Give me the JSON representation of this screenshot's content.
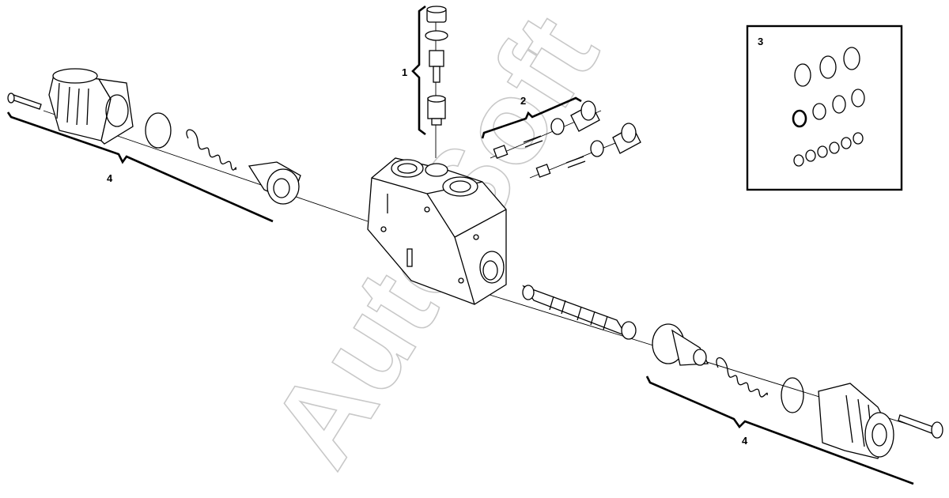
{
  "diagram": {
    "callouts": {
      "c1": "1",
      "c2": "2",
      "c3": "3",
      "c4_left": "4",
      "c4_right": "4"
    },
    "watermark": "AutoSoft"
  }
}
